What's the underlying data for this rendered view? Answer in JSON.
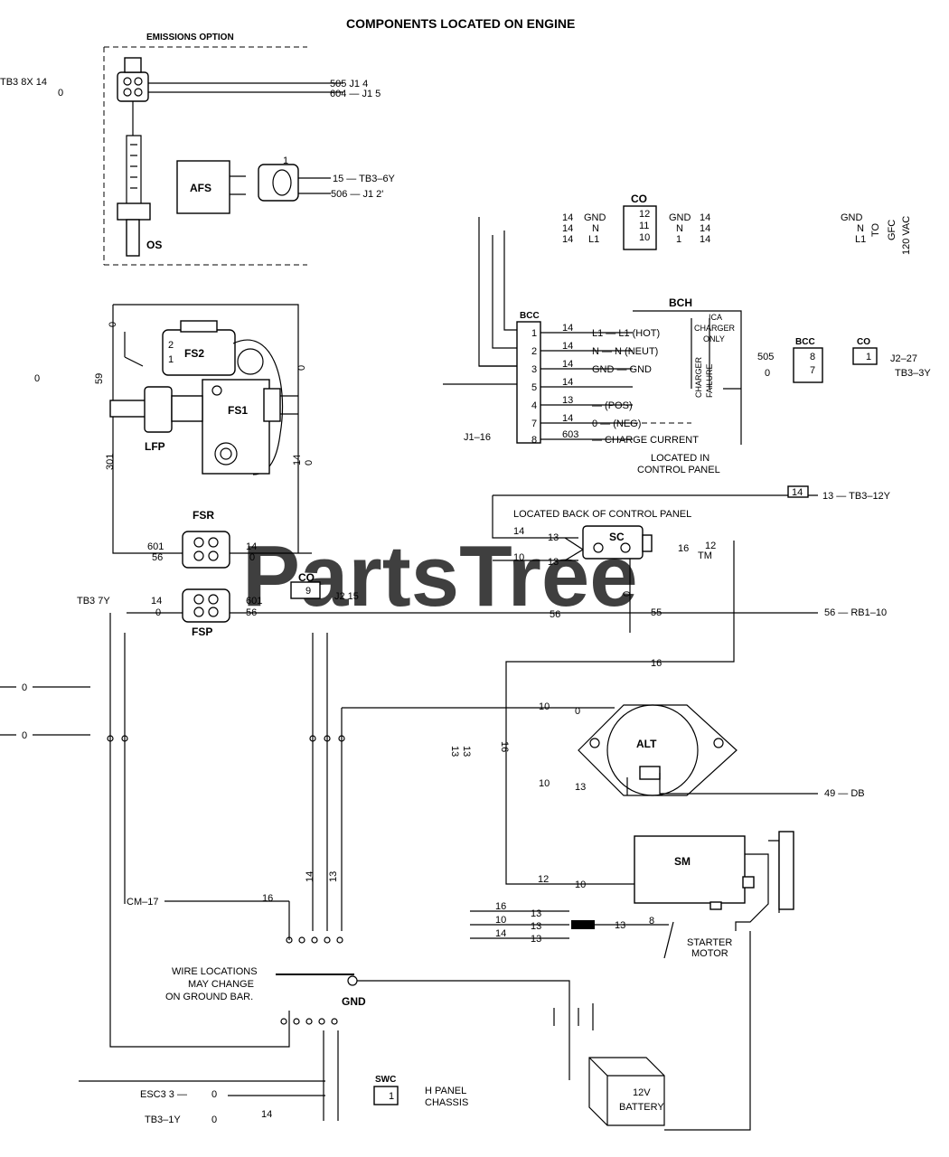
{
  "title": "COMPONENTS LOCATED ON ENGINE",
  "emissions_option": "EMISSIONS OPTION",
  "watermark": "PartsTree",
  "watermark_tm": "TM",
  "components": {
    "os": "OS",
    "afs": "AFS",
    "fs2": "FS2",
    "fs1": "FS1",
    "lfp": "LFP",
    "fsr": "FSR",
    "fsp": "FSP",
    "co": "CO",
    "bcc": "BCC",
    "bch": "BCH",
    "sc": "SC",
    "alt": "ALT",
    "sm": "SM",
    "gnd": "GND",
    "swc": "SWC",
    "battery_line1": "12V",
    "battery_line2": "BATTERY",
    "starter_line1": "STARTER",
    "starter_line2": "MOTOR"
  },
  "os_wiring": {
    "left_ref": "TB3  8X  14",
    "left_ref2": "0",
    "w1": "505   J1  4",
    "w2": "604 — J1  5"
  },
  "afs_wiring": {
    "pin": "1",
    "w1": "15 — TB3–6Y",
    "w2": "506 — J1  2'"
  },
  "fuel_labels": {
    "l0a": "0",
    "l0b": "0",
    "l59": "59",
    "l301": "301",
    "l14": "14",
    "l0c": "0",
    "l0d": "0",
    "fs2_p2": "2",
    "fs2_p1": "1",
    "left_zero": "0"
  },
  "fsr_labels": {
    "w601": "601",
    "w56": "56",
    "w14": "14",
    "w0": "0"
  },
  "fsp_labels": {
    "left": "TB3  7Y",
    "w14": "14",
    "w0": "0",
    "w601": "601",
    "w56": "56",
    "co_pin": "9",
    "co_w": "J2  15",
    "mid56": "56",
    "mid55": "55",
    "right": "56 — RB1–10",
    "c0": "0"
  },
  "co_top": {
    "l14a": "14",
    "l14b": "14",
    "l14c": "14",
    "gnd": "GND",
    "n": "N",
    "l1": "L1",
    "p12": "12",
    "p11": "11",
    "p10": "10",
    "gnd2": "GND",
    "n2": "N",
    "one": "1",
    "r14a": "14",
    "r14b": "14",
    "r14c": "14"
  },
  "gfc": {
    "gnd": "GND",
    "n": "N",
    "l1": "L1",
    "to": "TO",
    "gfc": "GFC",
    "vac": "120 VAC"
  },
  "bcc_rows": [
    {
      "pin": "1",
      "wire": "14",
      "sig": "L1 — L1  (HOT)"
    },
    {
      "pin": "2",
      "wire": "14",
      "sig": "N — N  (NEUT)"
    },
    {
      "pin": "3",
      "wire": "14",
      "sig": "GND — GND"
    },
    {
      "pin": "5",
      "wire": "14",
      "sig": ""
    },
    {
      "pin": "4",
      "wire": "13",
      "sig": "— (POS)"
    },
    {
      "pin": "7",
      "wire": "14",
      "sig": "0 — (NEG)"
    },
    {
      "pin": "8",
      "wire": "603",
      "sig": "— CHARGE CURRENT"
    }
  ],
  "bch_text": {
    "ica1": "ICA",
    "ica2": "CHARGER",
    "ica3": "ONLY",
    "failure1": "CHARGER",
    "failure2": "FAILURE",
    "j1_16": "J1–16",
    "located1": "LOCATED IN",
    "located2": "CONTROL PANEL"
  },
  "right_misc": {
    "w505": "505",
    "w0": "0",
    "bcc": "BCC",
    "bcc_p8": "8",
    "bcc_p7": "7",
    "co": "CO",
    "co_p1": "1",
    "j2_27": "J2–27",
    "tb3_3y": "TB3–3Y"
  },
  "sc_area": {
    "top_wire": "14",
    "top_ref": "13 — TB3–12Y",
    "located": "LOCATED BACK OF CONTROL PANEL",
    "w14": "14",
    "w13a": "13",
    "w10": "10",
    "w13b": "13",
    "w16": "16",
    "w12": "12"
  },
  "alt_area": {
    "w16": "16",
    "w10": "10",
    "w0": "0",
    "l13a": "13",
    "l13b": "13",
    "l16": "16",
    "w10b": "10",
    "w13": "13",
    "right": "49 — DB"
  },
  "left_edge": {
    "a": "0",
    "b": "0"
  },
  "sm_area": {
    "w12": "12",
    "w10": "10",
    "w16": "16",
    "w10b": "10",
    "w14": "14",
    "w13a": "13",
    "w13b": "13",
    "w13c": "13",
    "w13d": "13",
    "w8": "8"
  },
  "gnd_area": {
    "cm17": "CM–17",
    "w16": "16",
    "w14": "14",
    "w13": "13",
    "note1": "WIRE LOCATIONS",
    "note2": "MAY CHANGE",
    "note3": "ON GROUND BAR."
  },
  "bottom": {
    "esc": "ESC3  3 —",
    "esc0": "0",
    "tb3_1y": "TB3–1Y",
    "tb0": "0",
    "w14": "14",
    "panel1": "H  PANEL",
    "panel2": "CHASSIS",
    "swc_pin": "1"
  }
}
